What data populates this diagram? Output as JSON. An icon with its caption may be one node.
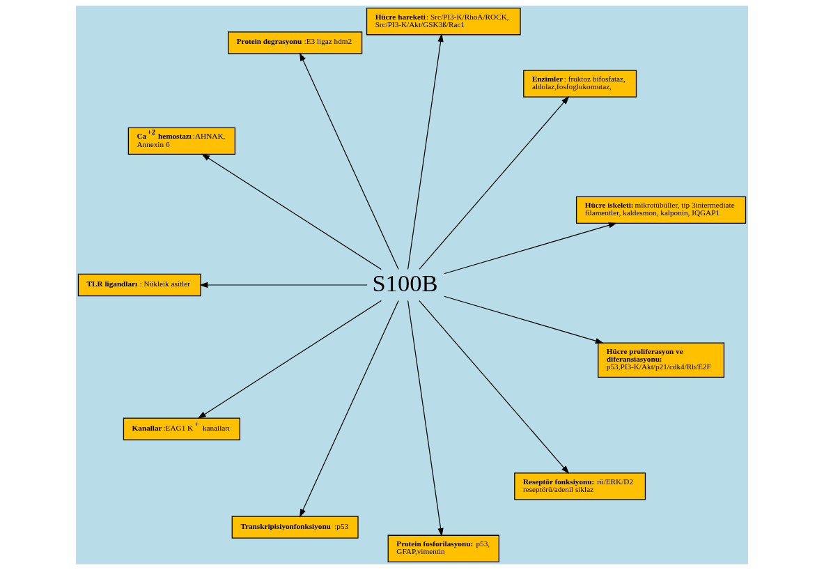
{
  "diagram": {
    "nodes": [
      {
        "text": [
          "S100B"
        ]
      },
      {
        "text": [
          "**Hücre iskeleti:**mikrotübüller, tip 3intermediate filamentler, kaldesmon, kalponin, IQGAP1"
        ]
      },
      {
        "text": [
          "**Enzimler**: fruktoz bifosfataz, aldolaz,fosfoglukomutaz,"
        ]
      },
      {
        "text": [
          "**Hücre hareketi**: Src/PI3-K/RhoA/ROCK, Src/PI3-K/Akt/GSK3ß/Rac1"
        ]
      },
      {
        "text": [
          "**Protein degrasyonu**:E3 ligaz hdm2"
        ]
      },
      {
        "text": [
          "**Ca$^{+2}$ hemostazı**:AHNAK, Annexin 6"
        ]
      },
      {
        "text": [
          "**TLR ligandları**: Nükleik asitler"
        ]
      },
      {
        "text": [
          "**Kanallar**:EAG1 K$^{+}$ kanalları"
        ]
      },
      {
        "text": [
          "**Transkripisiyonfonksiyonu**:p53"
        ]
      },
      {
        "text": [
          "**Protein fosforilasyonu:**p53, GFAP,vimentin"
        ]
      },
      {
        "text": [
          "**Reseptör fonksiyonu:** rü/ERK/D2 reseptörü/adenil siklaz"
        ]
      },
      {
        "text": [
          "**Hücre proliferasyon ve diferansiasyonu:** p53,PI3-K/Akt/p21/cdk4/Rb/E2F"
        ]
      }
    ],
    "edges": [
      {
        "from": 0,
        "to": 1,
        "arrow": "to"
      },
      {
        "from": 0,
        "to": 3,
        "arrow": "to"
      },
      {
        "from": 0,
        "to": 4,
        "arrow": "to"
      },
      {
        "from": 0,
        "to": 6,
        "arrow": "to"
      },
      {
        "from": 0,
        "to": 9,
        "arrow": "to"
      },
      {
        "from": 0,
        "to": 11,
        "arrow": "to"
      },
      {
        "from": 0,
        "to": 10,
        "arrow": "to"
      },
      {
        "from": 0,
        "to": 8,
        "arrow": "to"
      },
      {
        "from": 0,
        "to": 7,
        "arrow": "to"
      },
      {
        "from": 0,
        "to": 5,
        "arrow": "to"
      },
      {
        "from": 0,
        "to": 2,
        "arrow": "to"
      }
    ]
  }
}
